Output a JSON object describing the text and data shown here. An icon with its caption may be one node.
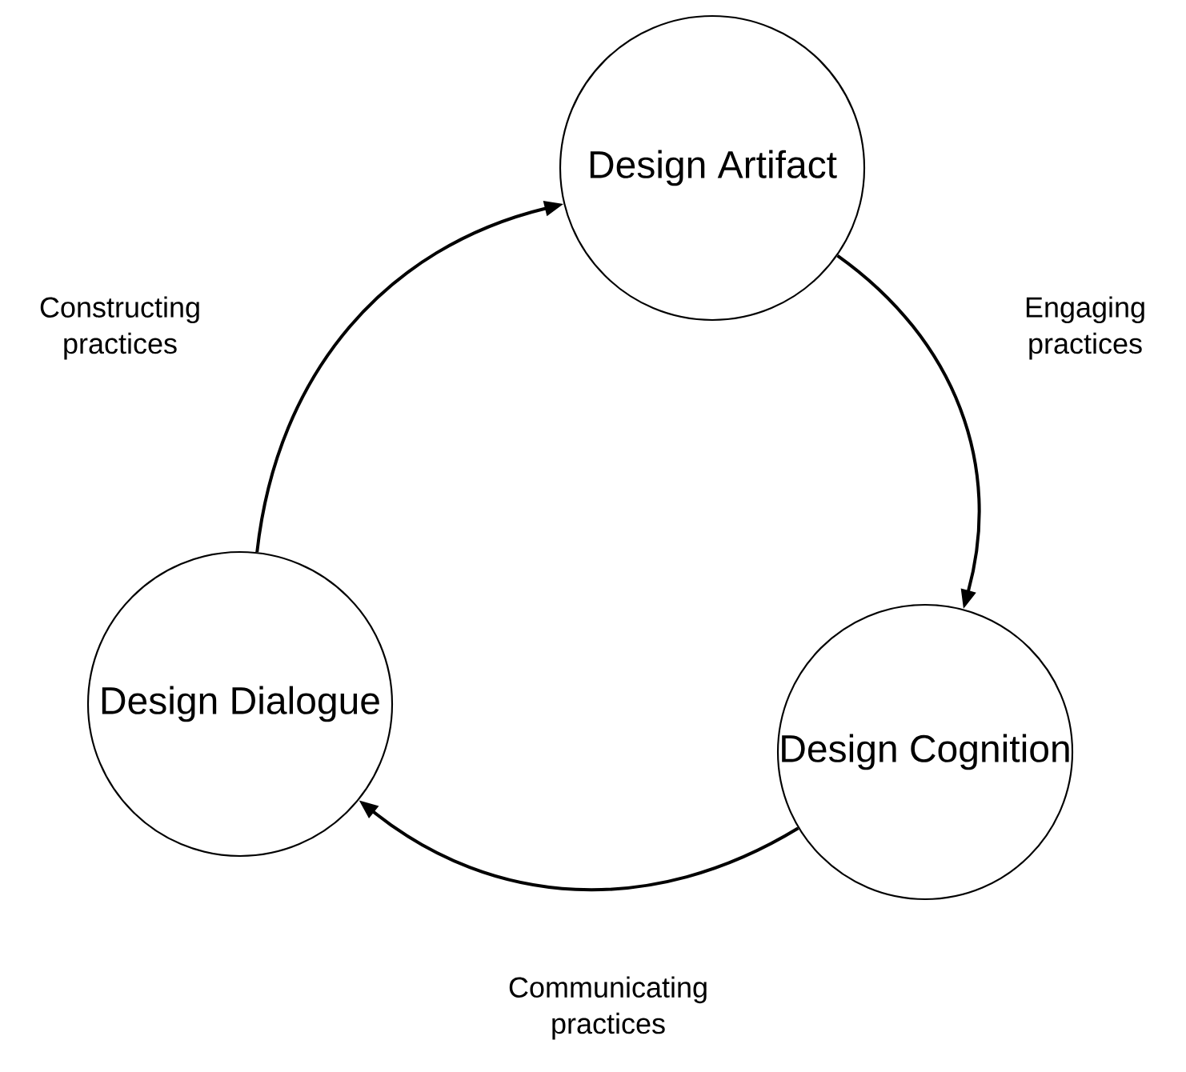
{
  "diagram": {
    "nodes": [
      {
        "text": [
          "Design Artifact"
        ]
      },
      {
        "text": [
          "Design Cognition"
        ]
      },
      {
        "text": [
          "Design Dialogue"
        ]
      }
    ],
    "edges": [
      {
        "from": 0,
        "to": 1,
        "arrow": "to",
        "label": "Engaging practices"
      },
      {
        "from": 1,
        "to": 2,
        "arrow": "to",
        "label": "Communicating practices"
      },
      {
        "from": 2,
        "to": 0,
        "arrow": "to",
        "label": "Constructing practices"
      }
    ]
  }
}
